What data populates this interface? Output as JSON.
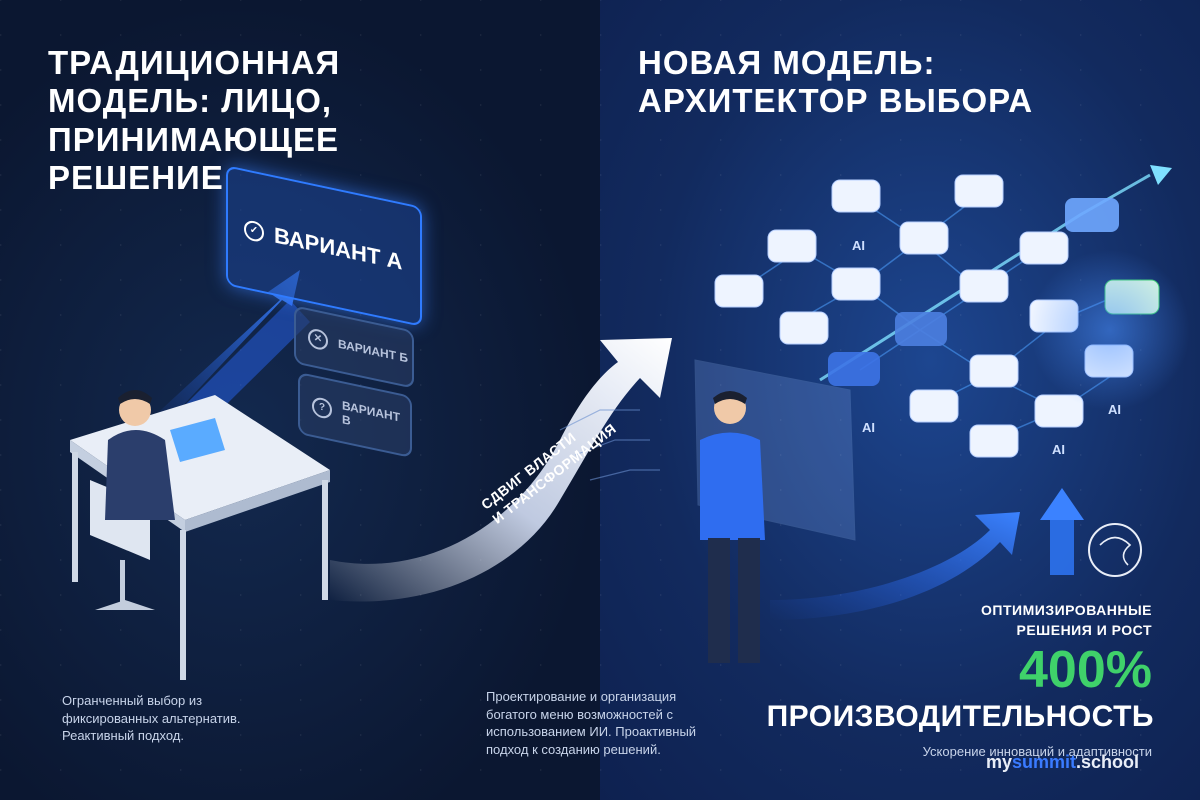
{
  "left": {
    "title": "ТРАДИЦИОННАЯ МОДЕЛЬ: ЛИЦО, ПРИНИМАЮЩЕЕ РЕШЕНИЕ",
    "options": [
      {
        "label": "ВАРИАНТ А",
        "icon": "check-icon"
      },
      {
        "label": "ВАРИАНТ Б",
        "icon": "x-icon"
      },
      {
        "label": "ВАРИАНТ В",
        "icon": "question-icon"
      }
    ],
    "caption": "Огранченный выбор из фиксированных альтернатив. Реактивный подход."
  },
  "transition": {
    "label_line1": "СДВИГ ВЛАСТИ",
    "label_line2": "И ТРАНСФОРМАЦИЯ",
    "caption": "Проектирование и организация богатого меню возможностей с использованием ИИ. Проактивный подход к созданию решений."
  },
  "right": {
    "title": "НОВАЯ МОДЕЛЬ: АРХИТЕКТОР ВЫБОРА",
    "ai_label": "AI",
    "optimized_line1": "ОПТИМИЗИРОВАННЫЕ",
    "optimized_line2": "РЕШЕНИЯ И РОСТ",
    "percent": "400%",
    "productivity": "ПРОИЗВОДИТЕЛЬНОСТЬ",
    "acceleration": "Ускорение инноваций и адаптивности"
  },
  "watermark": {
    "part1": "my",
    "part2": "summit",
    "part3": ".school"
  },
  "colors": {
    "accent_blue": "#2f7bff",
    "green": "#3fd16a",
    "dark_bg": "#0b1836"
  }
}
